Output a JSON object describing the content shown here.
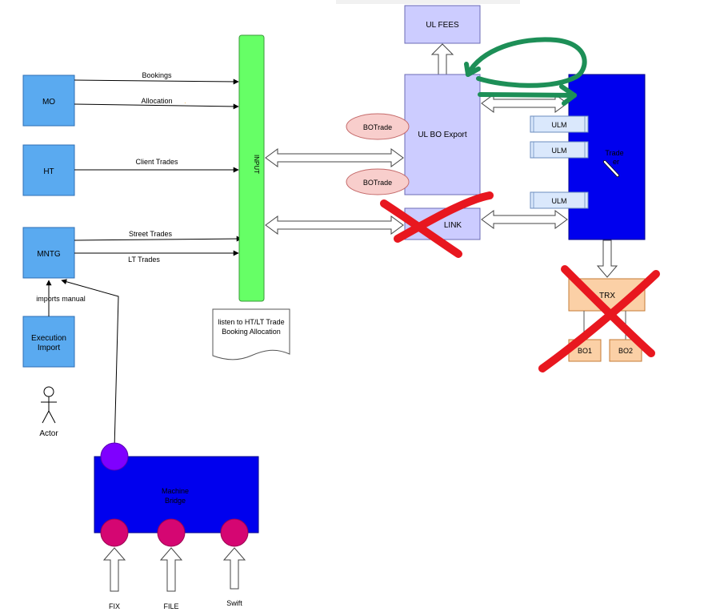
{
  "nodes": {
    "mo": "MO",
    "ht": "HT",
    "mntg": "MNTG",
    "execution_import": [
      "Execution",
      "Import"
    ],
    "actor": "Actor",
    "input_bar": "INPUT",
    "note": [
      "listen to HT/LT Trade",
      "Booking Allocation"
    ],
    "ul_fees": "UL FEES",
    "ul_bo_export": "UL BO Export",
    "botrade_top": "BOTrade",
    "botrade_bottom": "BOTrade",
    "link_box": "LINK",
    "ulm_1": "ULM",
    "ulm_2": "ULM",
    "ulm_3": "ULM",
    "blue_box_lines": [
      "Trade",
      "er"
    ],
    "trx": "TRX",
    "bo1": "BO1",
    "bo2": "BO2",
    "machine_bridge": [
      "Machine",
      "Bridge"
    ],
    "fix": "FIX",
    "file": "FILE",
    "swift": "Swift"
  },
  "edges": {
    "bookings": "Bookings",
    "allocation": "Allocation",
    "client_trades": "Client Trades",
    "street_trades": "Street Trades",
    "lt_trades": "LT Trades",
    "imports_manual": "imports manual"
  },
  "colors": {
    "light_blue_box": "#5aaaf0",
    "input_green": "#66ff66",
    "lavender": "#ccccff",
    "botrade_pink": "#f8cecc",
    "ulm_blue": "#dae8fc",
    "strong_blue": "#0000ee",
    "orange": "#fbd0a6",
    "purple_port": "#7f00ff",
    "magenta_port": "#d50672",
    "red_cross": "#e8171f",
    "green_scribble": "#1d8f57"
  }
}
